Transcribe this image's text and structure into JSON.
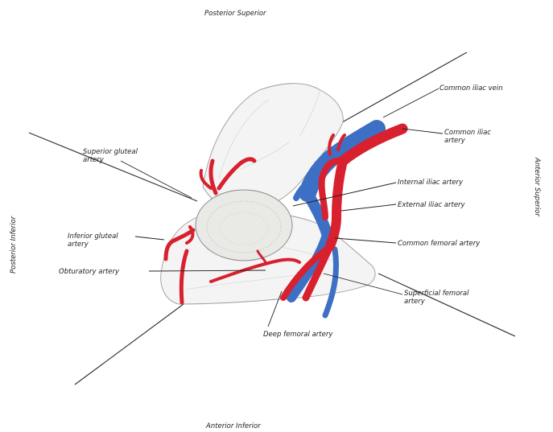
{
  "orientation": {
    "top": "Posterior Superior",
    "bottom": "Anterior Inferior",
    "left": "Posterior Inferior",
    "right": "Anterior Superior"
  },
  "labels": {
    "common_iliac_vein": "Common iliac vein",
    "common_iliac_artery_line1": "Common iliac",
    "common_iliac_artery_line2": "artery",
    "superior_gluteal_line1": "Superior gluteal",
    "superior_gluteal_line2": "artery",
    "internal_iliac": "Internal iliac artery",
    "external_iliac": "External iliac artery",
    "inferior_gluteal_line1": "Inferior gluteal",
    "inferior_gluteal_line2": "artery",
    "common_femoral": "Common femoral artery",
    "obturatory": "Obturatory artery",
    "superficial_femoral_line1": "Superficial femoral",
    "superficial_femoral_line2": "artery",
    "deep_femoral": "Deep femoral artery"
  },
  "colors": {
    "artery": "#d8202f",
    "vein": "#3d6fc4",
    "bone_fill": "#f4f4f4",
    "bone_outline": "#9a9a9a",
    "ink": "#222222"
  }
}
